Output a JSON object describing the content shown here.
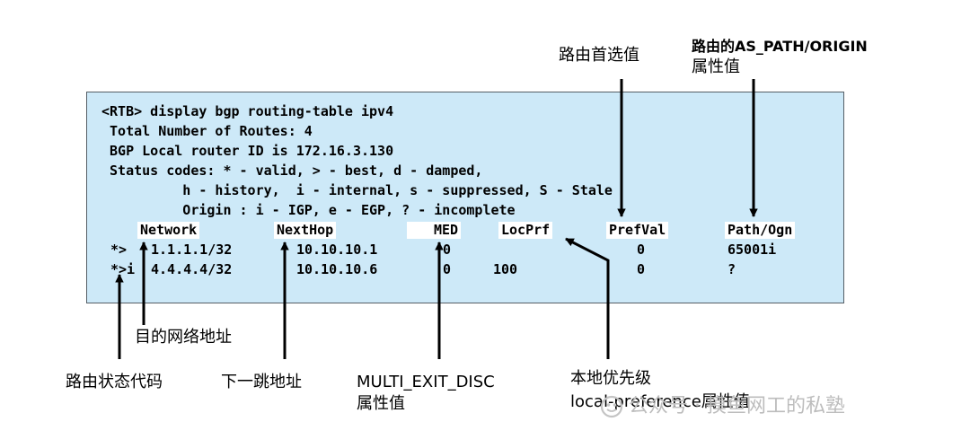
{
  "terminal": {
    "lines": [
      "<RTB> display bgp routing-table ipv4",
      " Total Number of Routes: 4",
      " BGP Local router ID is 172.16.3.130",
      " Status codes: * - valid, > - best, d - damped,",
      "          h - history,  i - internal, s - suppressed, S - Stale",
      "          Origin : i - IGP, e - EGP, ? - incomplete"
    ],
    "headers": {
      "network": "Network",
      "nexthop": "NextHop",
      "med": "MED",
      "locprf": "LocPrf",
      "prefval": "PrefVal",
      "path": "Path/Ogn"
    },
    "routes": [
      {
        "status": "*>",
        "network": "1.1.1.1/32",
        "nexthop": "10.10.10.1",
        "med": "0",
        "locprf": "",
        "prefval": "0",
        "path": "65001i"
      },
      {
        "status": "*>i",
        "network": "4.4.4.4/32",
        "nexthop": "10.10.10.6",
        "med": "0",
        "locprf": "100",
        "prefval": "0",
        "path": "?"
      }
    ]
  },
  "annotations": {
    "prefval": "路由首选值",
    "path_line1": "路由的AS_PATH/ORIGIN",
    "path_line2": "属性值",
    "network": "目的网络地址",
    "status": "路由状态代码",
    "nexthop": "下一跳地址",
    "med_line1": "MULTI_EXIT_DISC",
    "med_line2": "属性值",
    "locprf_line1": "本地优先级",
    "locprf_line2": "local-preference属性值"
  },
  "watermark": {
    "text": "公众号 · 摸鱼网工的私塾",
    "icon": "wechat-official-account-icon"
  },
  "colors": {
    "terminal_bg": "#cde9f8",
    "terminal_border": "#555e66",
    "arrow": "#000000",
    "watermark": "#bdbdbd"
  }
}
